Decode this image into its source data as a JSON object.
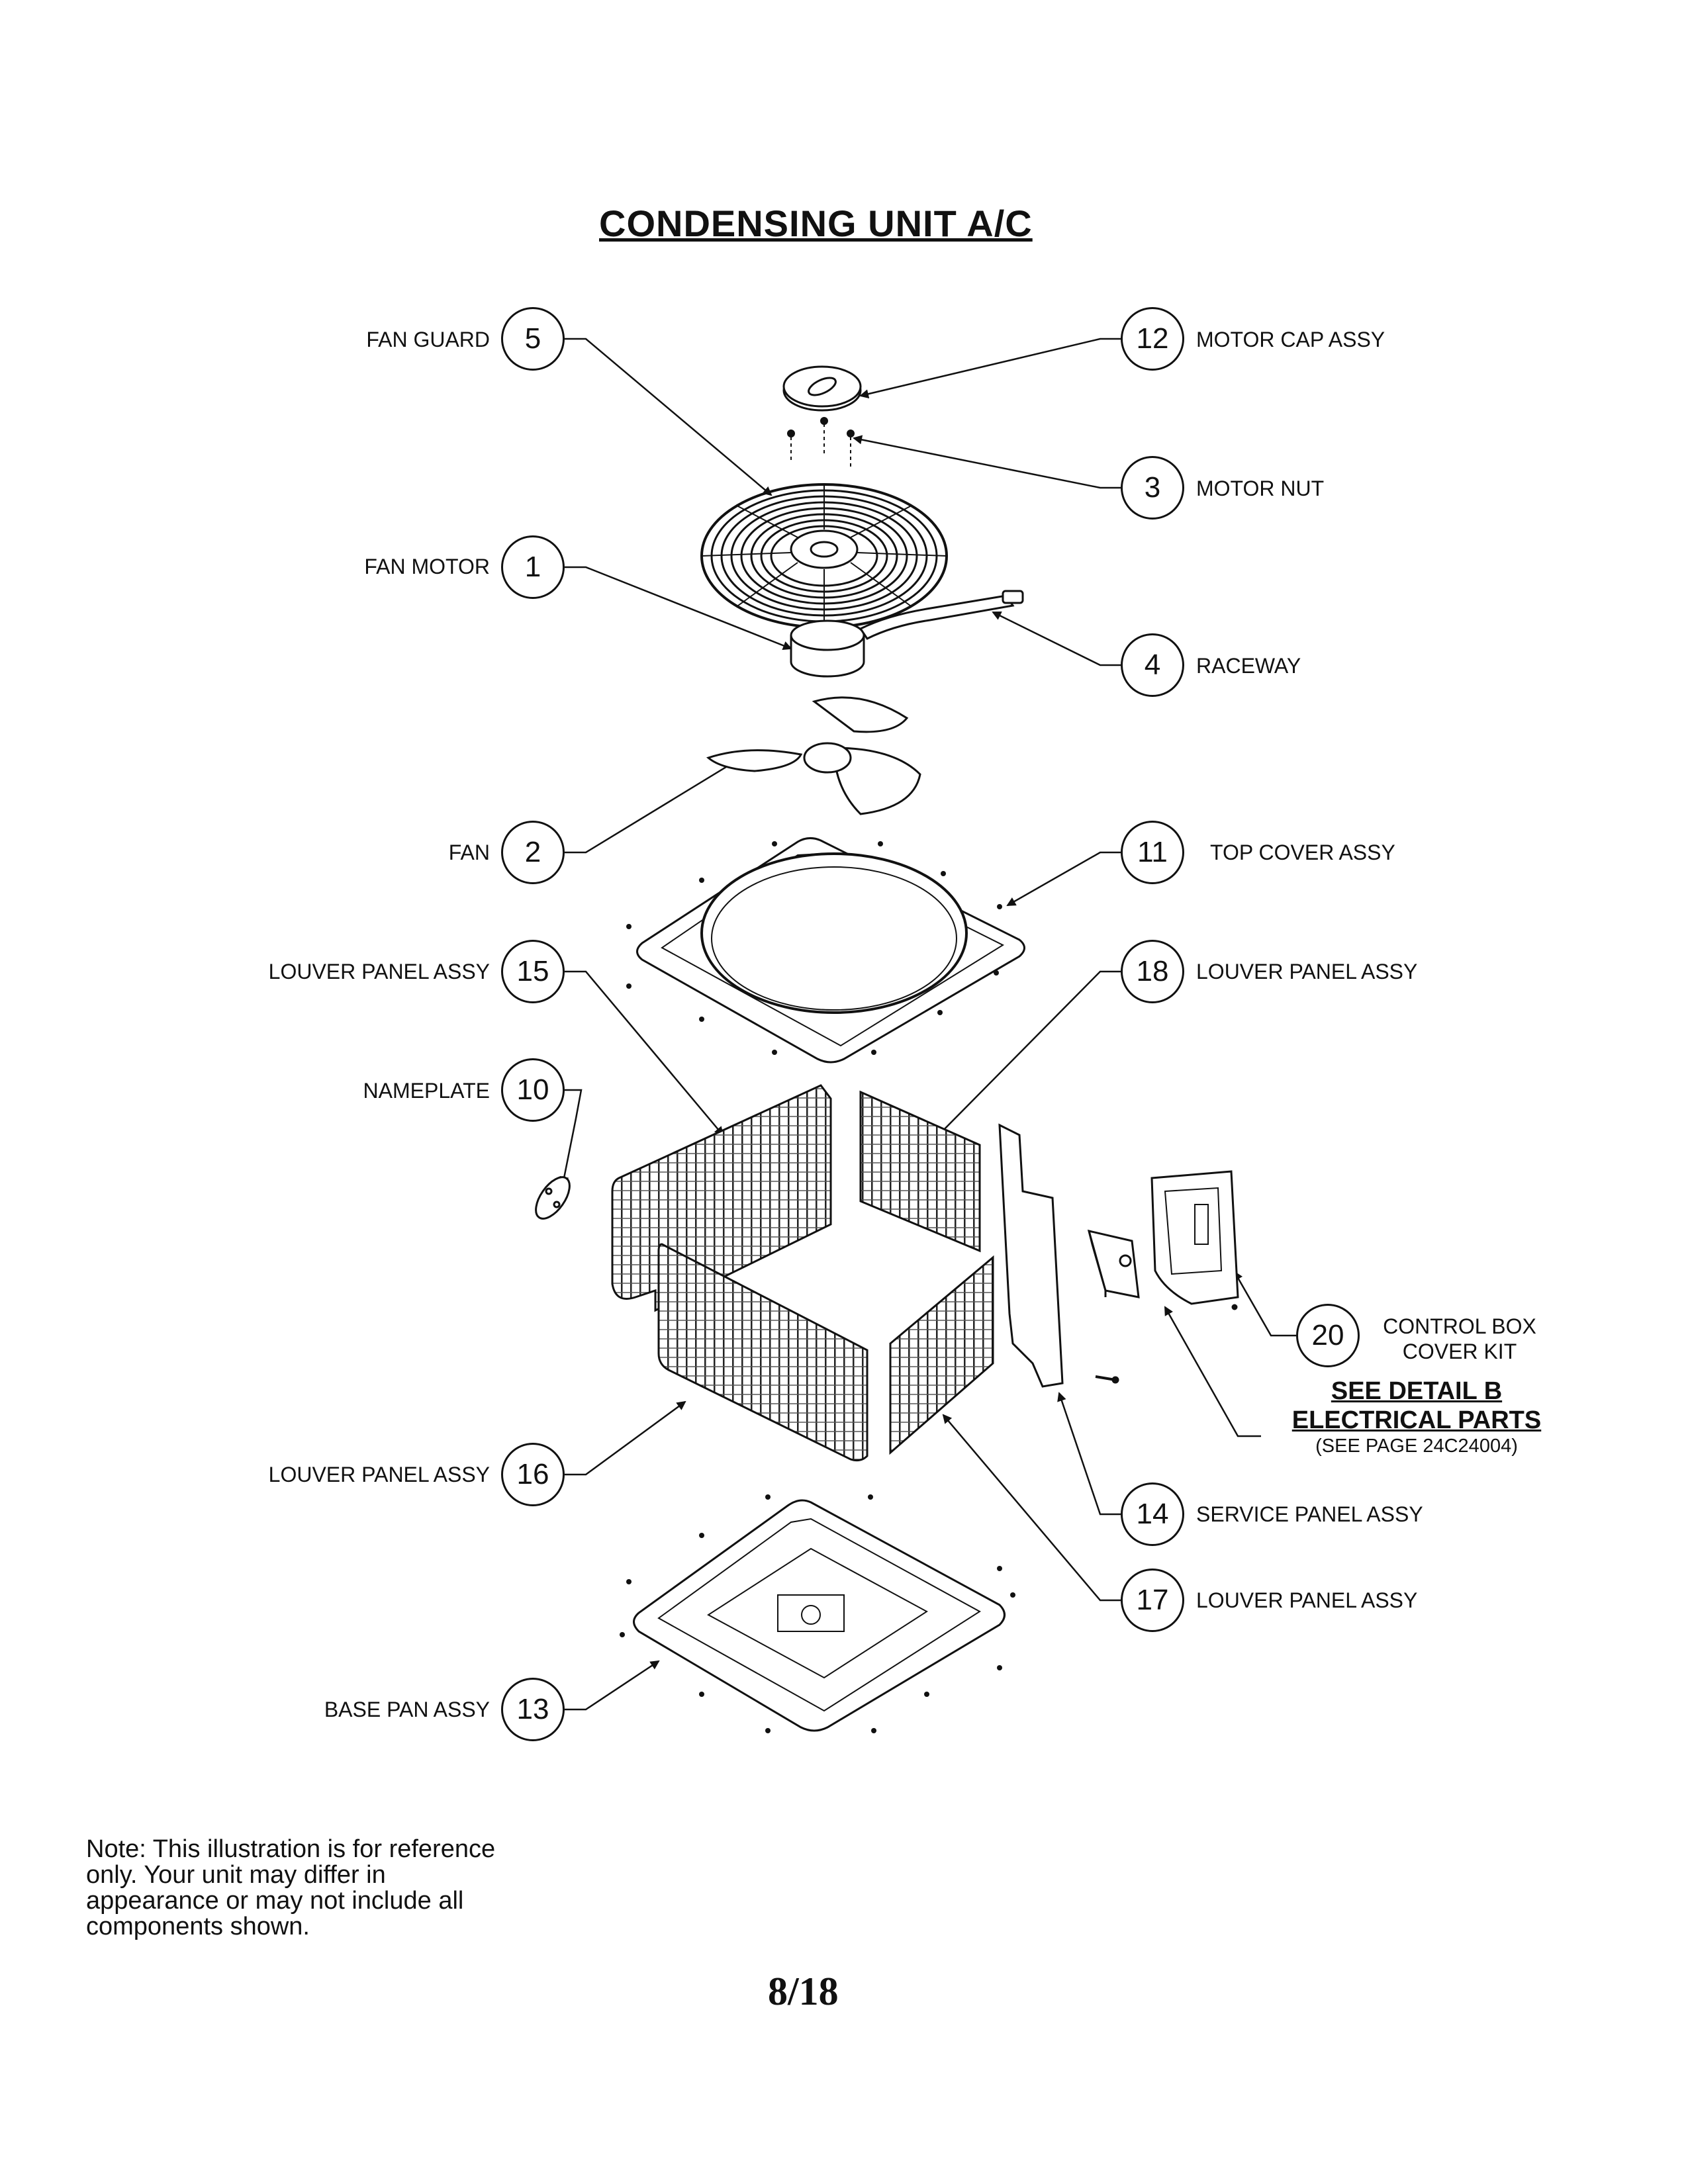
{
  "title": "CONDENSING UNIT A/C",
  "callouts": [
    {
      "number": "5",
      "label": "FAN GUARD"
    },
    {
      "number": "12",
      "label": "MOTOR CAP ASSY"
    },
    {
      "number": "3",
      "label": "MOTOR NUT"
    },
    {
      "number": "1",
      "label": "FAN MOTOR"
    },
    {
      "number": "4",
      "label": "RACEWAY"
    },
    {
      "number": "2",
      "label": "FAN"
    },
    {
      "number": "11",
      "label": "TOP COVER ASSY"
    },
    {
      "number": "15",
      "label": "LOUVER PANEL ASSY"
    },
    {
      "number": "18",
      "label": "LOUVER PANEL ASSY"
    },
    {
      "number": "10",
      "label": "NAMEPLATE"
    },
    {
      "number": "20",
      "label_line1": "CONTROL BOX",
      "label_line2": "COVER KIT"
    },
    {
      "number": "16",
      "label": "LOUVER PANEL ASSY"
    },
    {
      "number": "14",
      "label": "SERVICE PANEL ASSY"
    },
    {
      "number": "17",
      "label": "LOUVER PANEL ASSY"
    },
    {
      "number": "13",
      "label": "BASE PAN ASSY"
    }
  ],
  "detail": {
    "line1": "SEE DETAIL B",
    "line2": "ELECTRICAL PARTS",
    "line3": "(SEE PAGE 24C24004)"
  },
  "note": "Note: This illustration is for reference only. Your unit may differ in appearance or may not include all components shown.",
  "page_number": "8/18"
}
